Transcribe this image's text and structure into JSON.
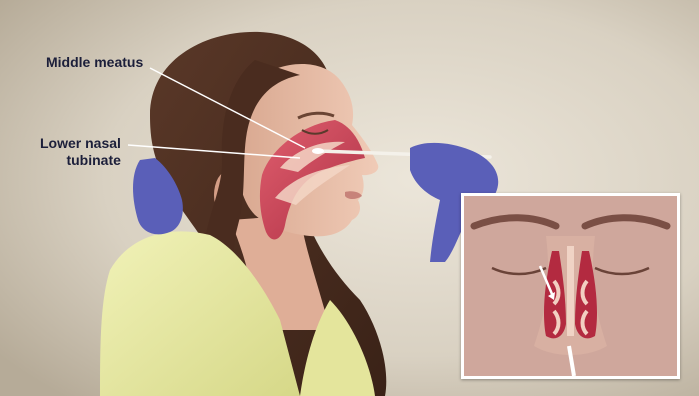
{
  "labels": {
    "middle_meatus": "Middle meatus",
    "lower_nasal_line1": "Lower nasal",
    "lower_nasal_line2": "tubinate"
  },
  "colors": {
    "background": "#d9d1c2",
    "skin": "#e9c1ad",
    "hair": "#4a2c1f",
    "gown": "#e6e79b",
    "glove": "#5a5fb8",
    "nasal_tissue": "#c2314a",
    "label_text": "#1c1f3a"
  },
  "icons": {
    "swab": "swab-icon",
    "arrow": "arrow-icon"
  }
}
